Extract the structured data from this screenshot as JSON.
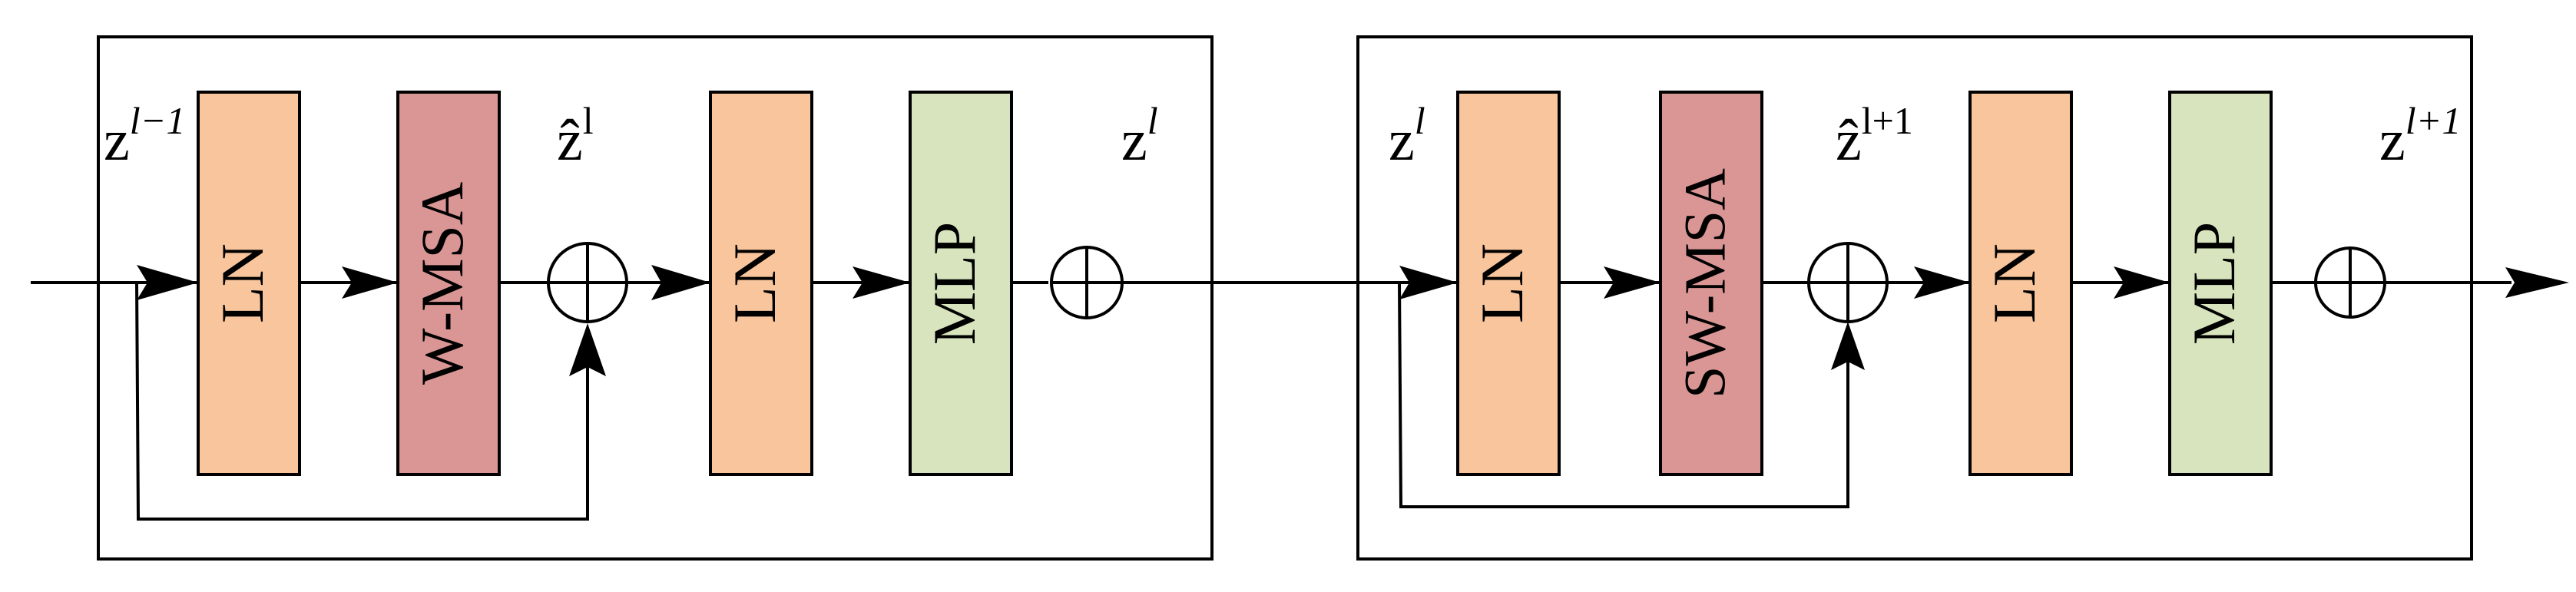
{
  "colors": {
    "ln": "#F8C59C",
    "msa": "#D99694",
    "mlp": "#D7E4BD",
    "stroke": "#000000",
    "background": "#FFFFFF"
  },
  "block1": {
    "input_label": {
      "base": "z",
      "sup": "l−1"
    },
    "ln1_label": "LN",
    "attention_label": "W-MSA",
    "mid_label": {
      "base": "ẑ",
      "sup": "l"
    },
    "ln2_label": "LN",
    "mlp_label": "MLP",
    "output_label": {
      "base": "z",
      "sup": "l"
    }
  },
  "block2": {
    "input_label": {
      "base": "z",
      "sup": "l"
    },
    "ln1_label": "LN",
    "attention_label": "SW-MSA",
    "mid_label": {
      "base": "ẑ",
      "sup": "l+1"
    },
    "ln2_label": "LN",
    "mlp_label": "MLP",
    "output_label": {
      "base": "z",
      "sup": "l+1"
    }
  }
}
